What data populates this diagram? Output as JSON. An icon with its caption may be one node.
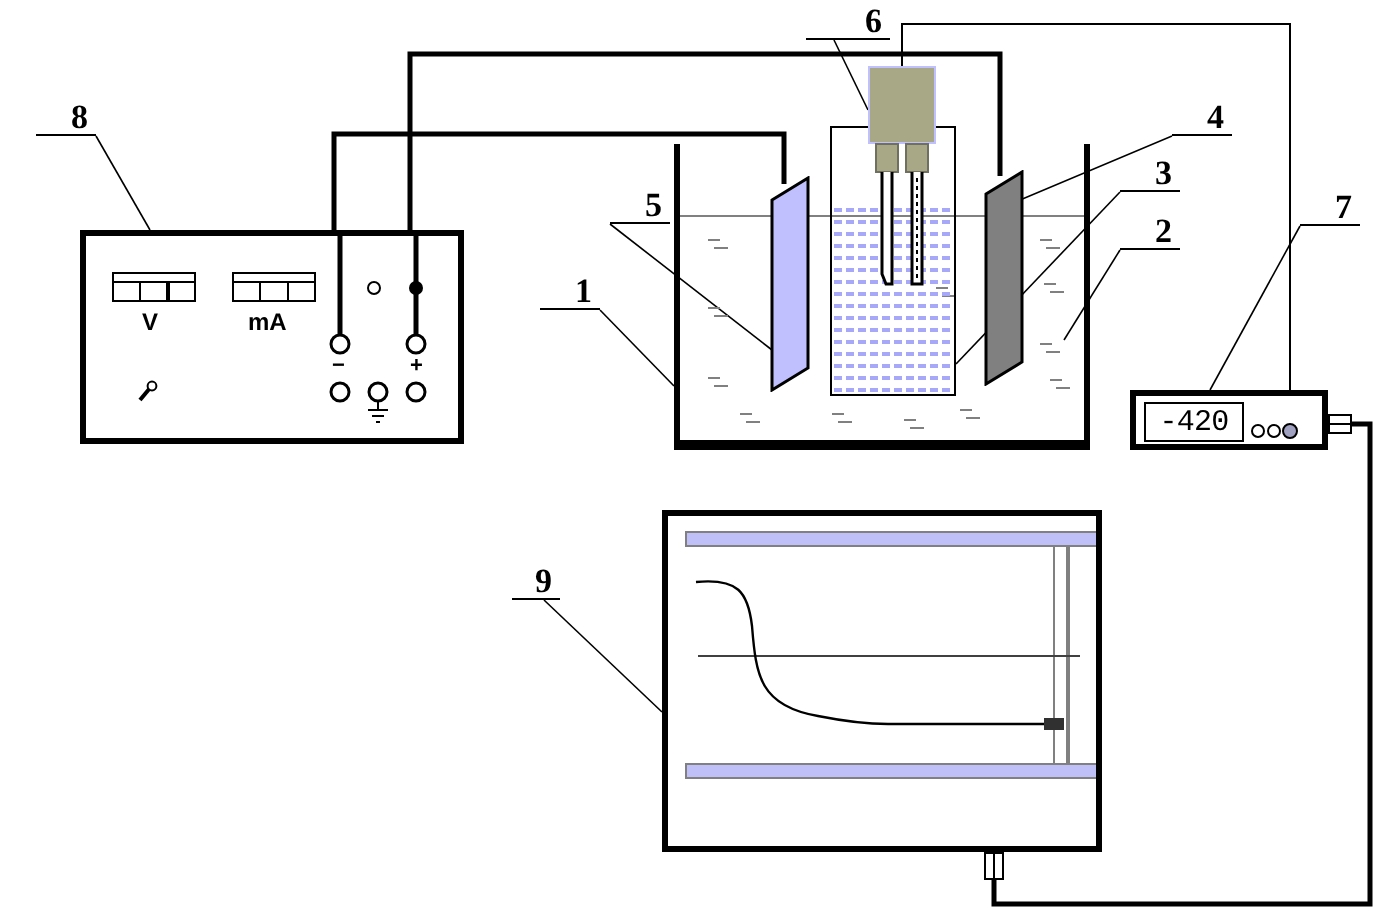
{
  "diagram": {
    "nodes": [
      {
        "text": [
          "8"
        ]
      },
      {
        "text": [
          "V",
          "mA"
        ]
      },
      {
        "text": [
          "1"
        ]
      },
      {
        "text": [],
        "shape": "box"
      },
      {
        "text": [
          "5"
        ]
      },
      {
        "text": [],
        "shape": "bar",
        "in": 3
      },
      {
        "text": [
          "2"
        ]
      },
      {
        "text": [
          "3"
        ]
      },
      {
        "text": [],
        "shape": "box"
      },
      {
        "text": [
          "4"
        ]
      },
      {
        "text": [],
        "shape": "bar",
        "in": 3
      },
      {
        "text": [
          "6"
        ]
      },
      {
        "text": [],
        "shape": "box"
      },
      {
        "text": [
          "7"
        ]
      },
      {
        "text": [
          "-420"
        ]
      },
      {
        "text": [
          "9"
        ]
      },
      {
        "text": [],
        "shape": "box"
      }
    ],
    "edges": [
      {
        "from": 0,
        "to": 1,
        "arrow": "none"
      },
      {
        "from": 2,
        "to": 3,
        "arrow": "none"
      },
      {
        "from": 6,
        "to": null,
        "arrow": "none"
      },
      {
        "from": 7,
        "to": 8,
        "arrow": "none"
      },
      {
        "from": 9,
        "to": 10,
        "arrow": "none"
      },
      {
        "from": 4,
        "to": 5,
        "arrow": "none"
      },
      {
        "from": 11,
        "to": 12,
        "arrow": "none"
      },
      {
        "from": 13,
        "to": 14,
        "arrow": "none"
      },
      {
        "from": 15,
        "to": 16,
        "arrow": "none"
      },
      {
        "from": 1,
        "to": 5,
        "arrow": "none",
        "style": "thick"
      },
      {
        "from": 1,
        "to": 10,
        "arrow": "none",
        "style": "thick"
      },
      {
        "from": 12,
        "to": 14,
        "arrow": "none"
      },
      {
        "from": 14,
        "to": 16,
        "arrow": "none",
        "style": "thick"
      }
    ],
    "labels": [
      "−",
      "+"
    ]
  }
}
